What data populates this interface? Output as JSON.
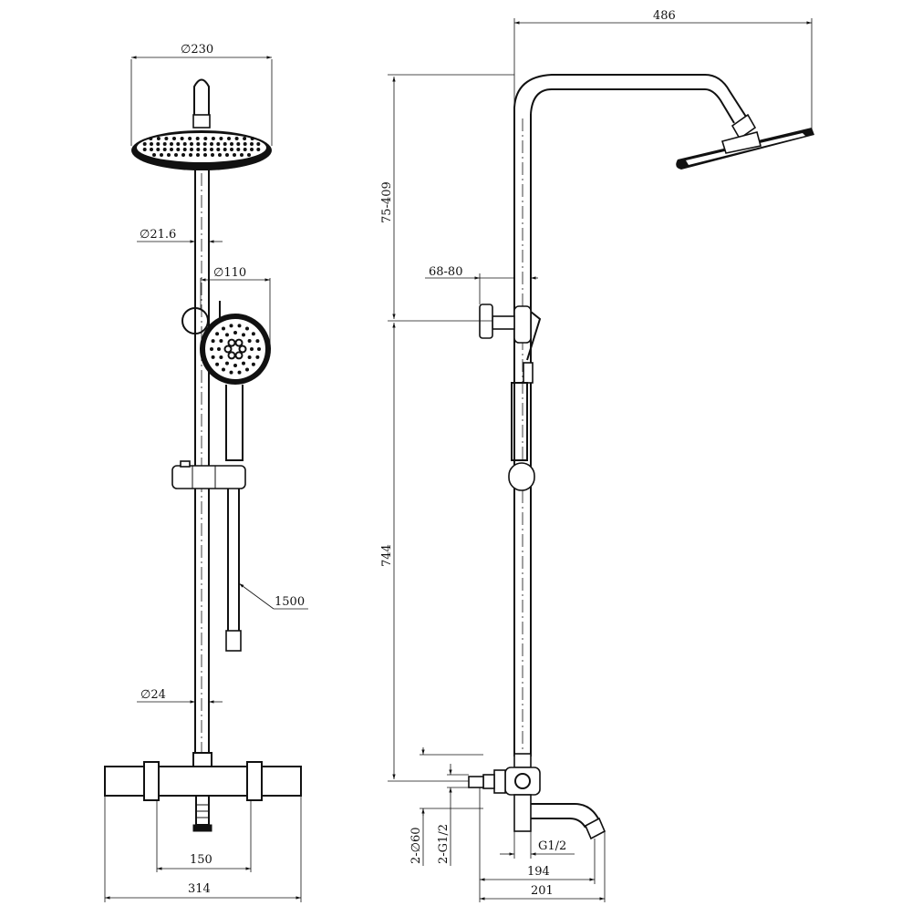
{
  "front_view": {
    "dim_head_diameter": "∅230",
    "dim_pipe_diameter": "∅21.6",
    "dim_handset_diameter": "∅110",
    "dim_hose_length": "1500",
    "dim_lower_pipe_diameter": "∅24",
    "dim_centers": "150",
    "dim_overall_width": "314"
  },
  "side_view": {
    "dim_arm_reach": "486",
    "dim_height_adjust": "75-409",
    "dim_wall_offset": "68-80",
    "dim_lower_height": "744",
    "dim_escutcheon": "2-∅60",
    "dim_inlet_thread": "2-G1/2",
    "dim_outlet_thread": "G1/2",
    "dim_depth_194": "194",
    "dim_depth_201": "201"
  },
  "colors": {
    "line": "#111111",
    "background": "#ffffff"
  }
}
